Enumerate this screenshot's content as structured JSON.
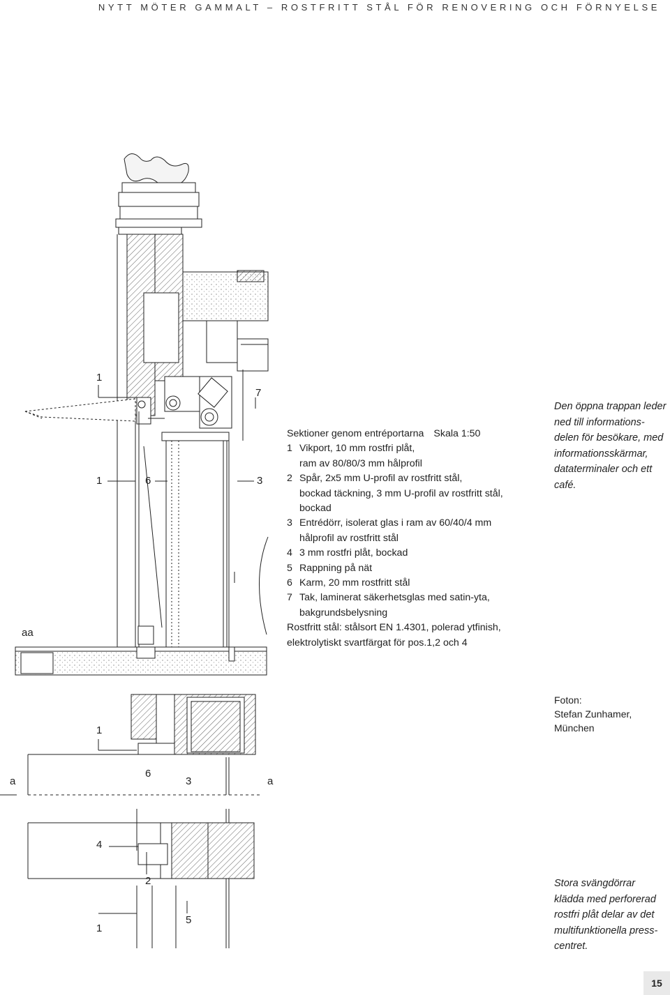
{
  "header": "NYTT MÖTER GAMMALT – ROSTFRITT STÅL FÖR RENOVERING OCH FÖRNYELSE",
  "legend": {
    "title": "Sektioner genom entréportarna",
    "scale": "Skala 1:50",
    "items": [
      {
        "num": "1",
        "lines": [
          "Vikport, 10 mm rostfri plåt,",
          "ram av 80/80/3 mm hålprofil"
        ]
      },
      {
        "num": "2",
        "lines": [
          "Spår, 2x5 mm U-profil av rostfritt stål,",
          "bockad täckning, 3 mm U-profil av rostfritt stål,",
          "bockad"
        ]
      },
      {
        "num": "3",
        "lines": [
          "Entrédörr, isolerat glas i ram av 60/40/4 mm",
          "hålprofil av rostfritt stål"
        ]
      },
      {
        "num": "4",
        "lines": [
          "3 mm rostfri plåt, bockad"
        ]
      },
      {
        "num": "5",
        "lines": [
          "Rappning på nät"
        ]
      },
      {
        "num": "6",
        "lines": [
          "Karm, 20 mm rostfritt stål"
        ]
      },
      {
        "num": "7",
        "lines": [
          "Tak, laminerat säkerhetsglas med satin-yta,",
          "bakgrundsbelysning"
        ]
      }
    ],
    "footer_lines": [
      "Rostfritt stål: stålsort EN 1.4301, polerad ytfinish,",
      "elektrolytiskt svartfärgat för pos.1,2 och 4"
    ]
  },
  "caption_top": [
    "Den öppna trappan leder",
    "ned till informations-",
    "delen för besökare, med",
    "informationsskärmar,",
    "dataterminaler och ett",
    "café."
  ],
  "photo_credit": [
    "Foton:",
    "Stefan Zunhamer, München"
  ],
  "caption_bottom": [
    "Stora svängdörrar",
    "klädda med perforerad",
    "rostfri plåt delar av det",
    "multifunktionella press-",
    "centret."
  ],
  "section_labels": {
    "top": {
      "n1a": "1",
      "n7": "7",
      "n1b": "1",
      "n6": "6",
      "n3": "3",
      "aa": "aa"
    },
    "bottom": {
      "n1a": "1",
      "a_left": "a",
      "n6": "6",
      "n3": "3",
      "a_right": "a",
      "n4": "4",
      "n2": "2",
      "n1b": "1",
      "n5": "5"
    }
  },
  "page_number": "15"
}
